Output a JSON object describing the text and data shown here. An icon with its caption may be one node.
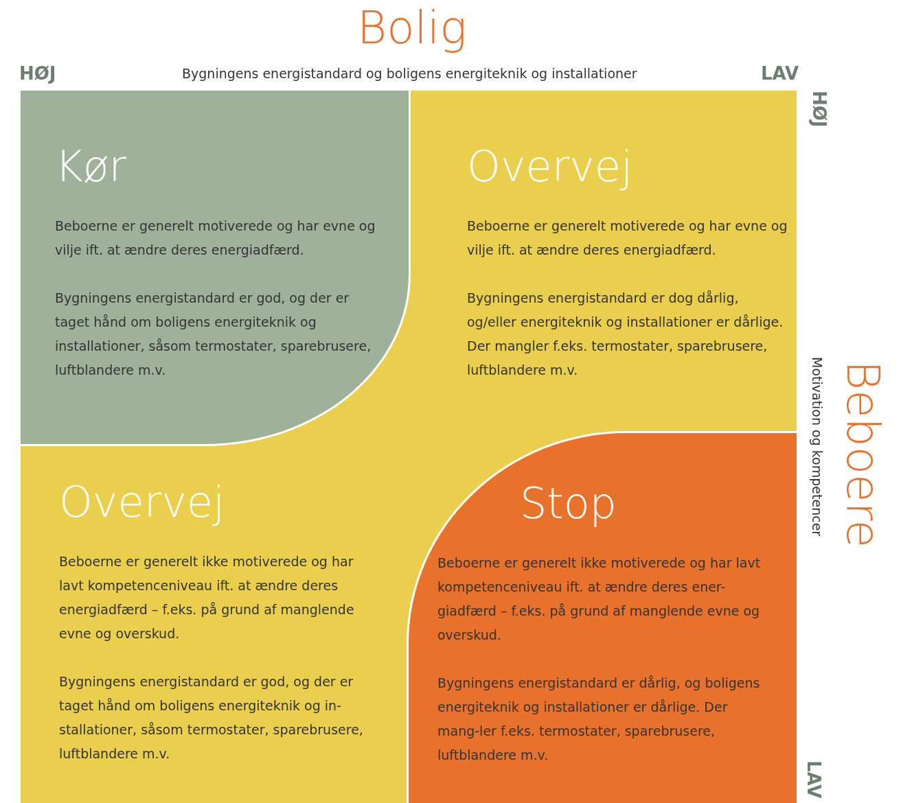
{
  "diagram": {
    "nodes": [
      {
        "text": [
          "Kør",
          "Beboerne er generelt motiverede og har evne og vilje ift. at ændre deres energiadfærd.",
          "Bygningens energistandard er god, og der er taget hånd om boligens energiteknik og installationer, såsom termostater, sparebrusere, luftblandere m.v."
        ]
      },
      {
        "text": [
          "Overvej",
          "Beboerne er generelt motiverede og har evne og vilje ift. at ændre deres energiadfærd.",
          "Bygningens energistandard er dog dårlig, og/eller energiteknik og installationer er dårlige. Der mangler f.eks. termostater, sparebrusere, luftblandere m.v."
        ]
      },
      {
        "text": [
          "Overvej",
          "Beboerne er generelt ikke motiverede og har lavt kompetenceniveau ift. at ændre deres energiadfærd – f.eks. på grund af manglende evne og overskud.",
          "Bygningens energistandard er god, og der er taget hånd om boligens energiteknik og in-stallationer, såsom termostater, sparebrusere, luftblandere m.v."
        ]
      },
      {
        "text": [
          "Stop",
          "Beboerne er generelt ikke motiverede og har lavt kompetenceniveau ift. at ændre deres ener-giadfærd – f.eks. på grund af manglende evne og overskud.",
          "Bygningens energistandard er dårlig, og boligens energiteknik og installationer er dårlige. Der mang-ler f.eks. termostater, sparebrusere, luftblandere m.v."
        ]
      }
    ],
    "labels": [
      "Bolig",
      "HØJ",
      "Bygningens energistandard og boligens energiteknik og installationer",
      "LAV",
      "HØJ",
      "Motivation og kompetencer",
      "Beboere",
      "LAV"
    ]
  }
}
